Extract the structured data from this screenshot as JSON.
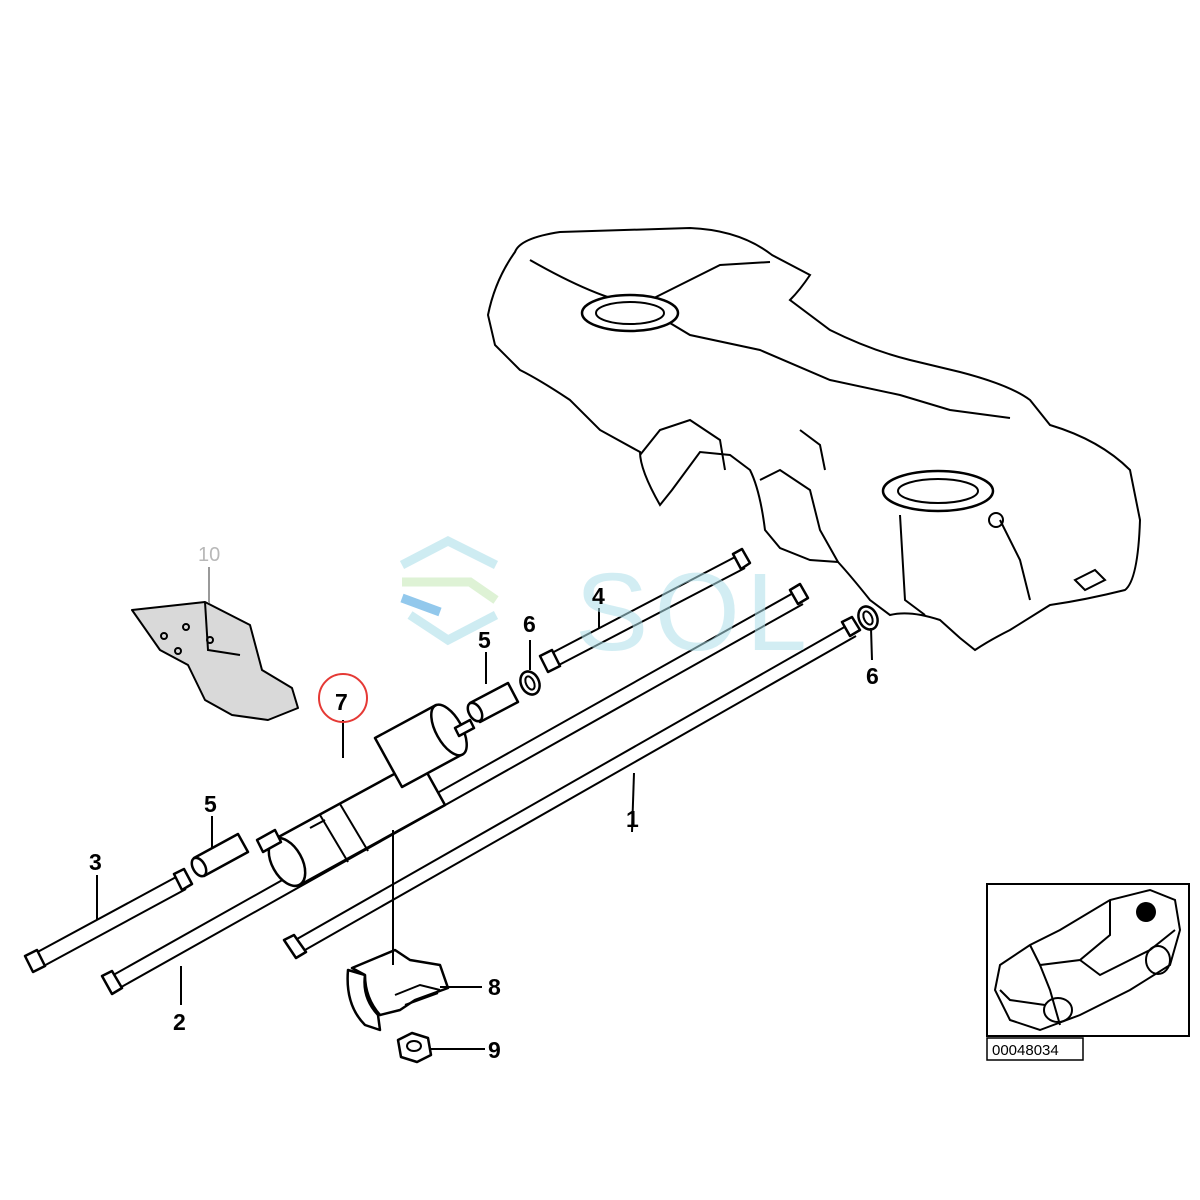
{
  "callouts": {
    "part_1": "1",
    "part_2": "2",
    "part_3": "3",
    "part_4": "4",
    "part_5_upper": "5",
    "part_5_lower": "5",
    "part_6_left": "6",
    "part_6_right": "6",
    "part_7": "7",
    "part_8": "8",
    "part_9": "9",
    "part_10": "10"
  },
  "highlight": {
    "part": "7",
    "color": "#e53935"
  },
  "watermark": {
    "text": "SOL",
    "color": "#aee0ea"
  },
  "inset": {
    "reference_number": "00048034"
  }
}
